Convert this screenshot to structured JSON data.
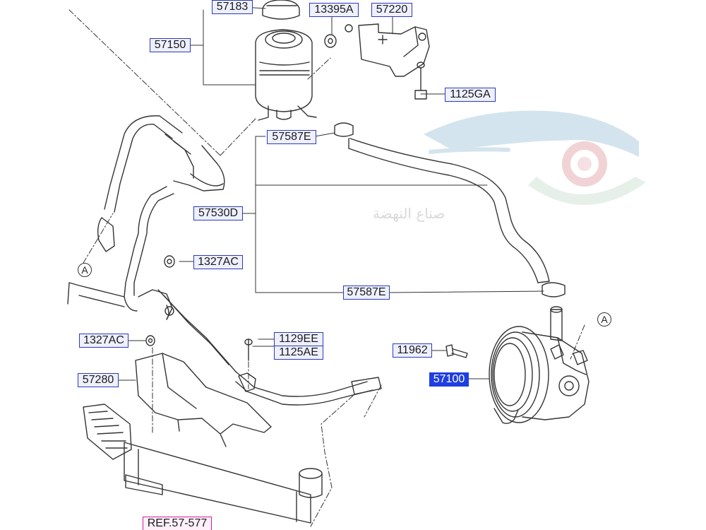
{
  "diagram": {
    "labels": {
      "p57183": "57183",
      "p13395A": "13395A",
      "p57220": "57220",
      "p57150": "57150",
      "p1125GA": "1125GA",
      "p57587E_top": "57587E",
      "p57530D": "57530D",
      "p1327AC_top": "1327AC",
      "p57587E_bottom": "57587E",
      "p1327AC_left": "1327AC",
      "p1129EE": "1129EE",
      "p1125AE": "1125AE",
      "p11962": "11962",
      "p57100": "57100",
      "p57280": "57280",
      "ref": "REF.57-577"
    },
    "callouts": {
      "a_left": "A",
      "a_right": "A"
    },
    "selected_part": "57100"
  },
  "watermark": {
    "text": "صناع النهضة",
    "colors": {
      "car": "#d4e4ee",
      "wheel": "#f1d3d6",
      "gear": "#e6f0e8"
    }
  },
  "colors": {
    "label_border": "#2b3bb8",
    "label_fill": "#eef0ff",
    "selected": "#1f3fe0",
    "ref_border": "#d0209a",
    "line": "#333333"
  }
}
